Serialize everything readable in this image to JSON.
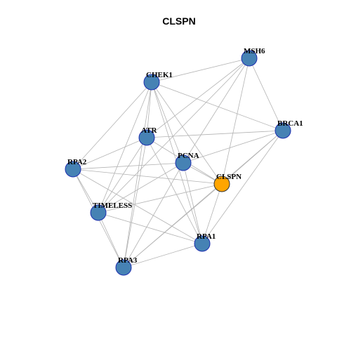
{
  "title": "CLSPN",
  "colors": {
    "node_default": "#4682B4",
    "node_default_border": "#1E2FB0",
    "node_highlight": "#FFA500",
    "node_highlight_border": "#333333",
    "edge": "#B3B3B3"
  },
  "network": {
    "highlighted_node": "CLSPN",
    "nodes": [
      "MSH6",
      "CHEK1",
      "BRCA1",
      "ATR",
      "PCNA",
      "RPA2",
      "CLSPN",
      "TIMELESS",
      "RPA1",
      "RPA3"
    ],
    "edges": [
      [
        "MSH6",
        "CHEK1"
      ],
      [
        "MSH6",
        "BRCA1"
      ],
      [
        "MSH6",
        "ATR"
      ],
      [
        "MSH6",
        "PCNA"
      ],
      [
        "MSH6",
        "CLSPN"
      ],
      [
        "MSH6",
        "TIMELESS"
      ],
      [
        "CHEK1",
        "BRCA1"
      ],
      [
        "CHEK1",
        "ATR"
      ],
      [
        "CHEK1",
        "PCNA"
      ],
      [
        "CHEK1",
        "RPA2"
      ],
      [
        "CHEK1",
        "CLSPN"
      ],
      [
        "CHEK1",
        "TIMELESS"
      ],
      [
        "CHEK1",
        "RPA1"
      ],
      [
        "CHEK1",
        "RPA3"
      ],
      [
        "BRCA1",
        "ATR"
      ],
      [
        "BRCA1",
        "PCNA"
      ],
      [
        "BRCA1",
        "CLSPN"
      ],
      [
        "BRCA1",
        "RPA1"
      ],
      [
        "BRCA1",
        "RPA3"
      ],
      [
        "ATR",
        "RPA2"
      ],
      [
        "ATR",
        "CLSPN"
      ],
      [
        "ATR",
        "TIMELESS"
      ],
      [
        "ATR",
        "RPA1"
      ],
      [
        "ATR",
        "RPA3"
      ],
      [
        "PCNA",
        "RPA2"
      ],
      [
        "PCNA",
        "CLSPN"
      ],
      [
        "PCNA",
        "TIMELESS"
      ],
      [
        "PCNA",
        "RPA1"
      ],
      [
        "PCNA",
        "RPA3"
      ],
      [
        "RPA2",
        "CLSPN"
      ],
      [
        "RPA2",
        "TIMELESS"
      ],
      [
        "RPA2",
        "RPA1"
      ],
      [
        "RPA2",
        "RPA3"
      ],
      [
        "CLSPN",
        "TIMELESS"
      ],
      [
        "CLSPN",
        "RPA1"
      ],
      [
        "CLSPN",
        "RPA3"
      ],
      [
        "TIMELESS",
        "RPA1"
      ],
      [
        "TIMELESS",
        "RPA3"
      ],
      [
        "RPA1",
        "RPA3"
      ]
    ]
  }
}
